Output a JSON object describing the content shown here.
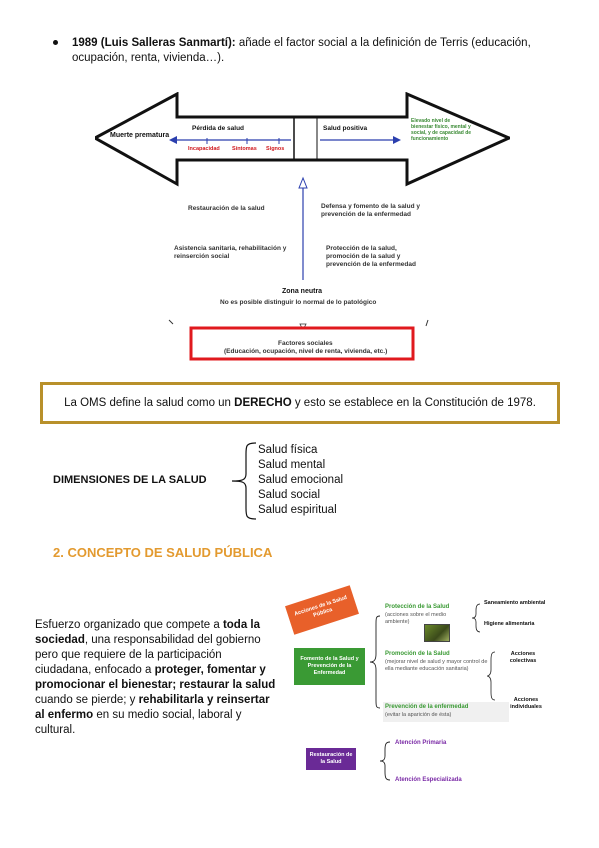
{
  "bullet": {
    "author": "1989 (Luis Salleras Sanmartí):",
    "text": " añade el factor social a la definición de Terris (educación, ocupación, renta, vivienda…)."
  },
  "diagram": {
    "left_end": "Muerte prematura",
    "loss_label": "Pérdida de salud",
    "loss_items": [
      "Incapacidad",
      "Síntomas",
      "Signos"
    ],
    "positive_label": "Salud positiva",
    "right_end": "Elevado nivel de bienestar físico, mental y social, y de capacidad de funcionamiento",
    "restoration": "Restauración de la salud",
    "defense": "Defensa y fomento de la salud y prevención de la enfermedad",
    "assistance": "Asistencia sanitaria, rehabilitación y reinserción social",
    "protection": "Protección de la salud, promoción de la salud y prevención de la enfermedad",
    "neutral_zone": "Zona neutra",
    "neutral_desc": "No es posible distinguir lo normal de lo patológico",
    "social_title": "Factores sociales",
    "social_desc": "(Educación, ocupación, nivel de renta, vivienda, etc.)"
  },
  "oms": {
    "before": "La OMS define la salud como un ",
    "strong": "DERECHO",
    "after": " y esto se establece en la Constitución de 1978."
  },
  "dimensions": {
    "title": "DIMENSIONES DE LA SALUD",
    "items": [
      "Salud física",
      "Salud mental",
      "Salud emocional",
      "Salud social",
      "Salud espiritual"
    ]
  },
  "section": {
    "title": "2. CONCEPTO DE SALUD PÚBLICA"
  },
  "paragraph": {
    "p1": "Esfuerzo organizado que compete a ",
    "b1": "toda la sociedad",
    "p2": ", una responsabilidad del gobierno pero que requiere de la participación ciudadana, enfocado a ",
    "b2": "proteger, fomentar y promocionar el bienestar; restaurar la salud",
    "p3": " cuando se pierde; y ",
    "b3": "rehabilitarla y reinsertar al enfermo",
    "p4": " en su medio social, laboral y cultural."
  },
  "concept_map": {
    "actions": "Acciones de la Salud Pública",
    "fomento": "Fomento de la Salud y Prevención de la Enfermedad",
    "proteccion": "Protección de la Salud",
    "proteccion_desc": "(acciones sobre el medio ambiente)",
    "promocion": "Promoción de la Salud",
    "promocion_desc": "(mejorar nivel de salud y mayor control de ella mediante educación sanitaria)",
    "prevencion": "Prevención de la enfermedad",
    "prevencion_desc": "(evitar la aparición de ésta)",
    "saneamiento": "Saneamiento ambiental",
    "higiene": "Higiene alimentaria",
    "colectivas": "Acciones colectivas",
    "individuales": "Acciones individuales",
    "restauracion": "Restauración de la Salud",
    "primaria": "Atención Primaria",
    "especializada": "Atención Especializada"
  },
  "colors": {
    "accent_orange": "#e39a2f",
    "box_gold": "#b8902a",
    "red_frame": "#e0191e",
    "blue_arrow": "#2b3fae",
    "green_box": "#3a9a34",
    "orange_box": "#e8602a",
    "purple_box": "#6a2a96"
  }
}
